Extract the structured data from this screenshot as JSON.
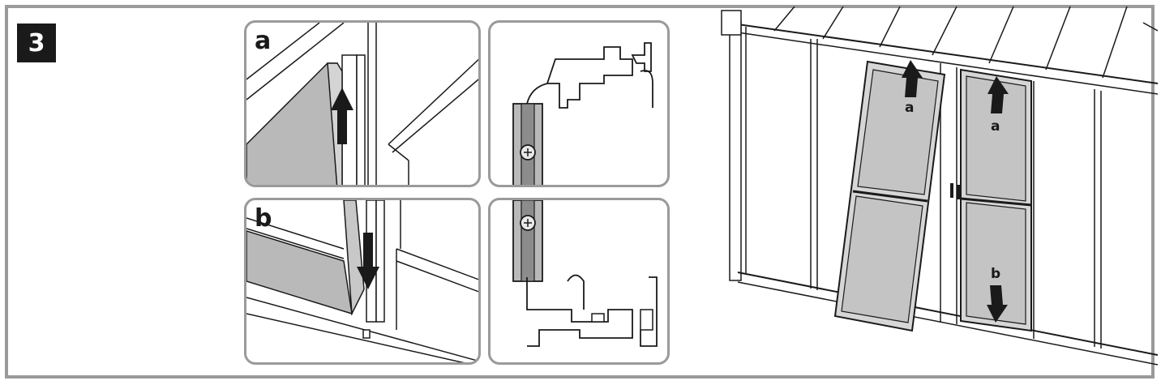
{
  "step": {
    "number": "3"
  },
  "detail_panels": {
    "panel_a": {
      "label": "a"
    },
    "panel_b": {
      "label": "b"
    }
  },
  "scene": {
    "left_door_arrow_label": "a",
    "right_door_top_arrow_label": "a",
    "right_door_bottom_arrow_label": "b"
  },
  "colors": {
    "frame_border": "#9a9a9a",
    "badge_background": "#1a1a1a",
    "door_gray": "#b9b9b9",
    "line": "#1a1a1a"
  }
}
